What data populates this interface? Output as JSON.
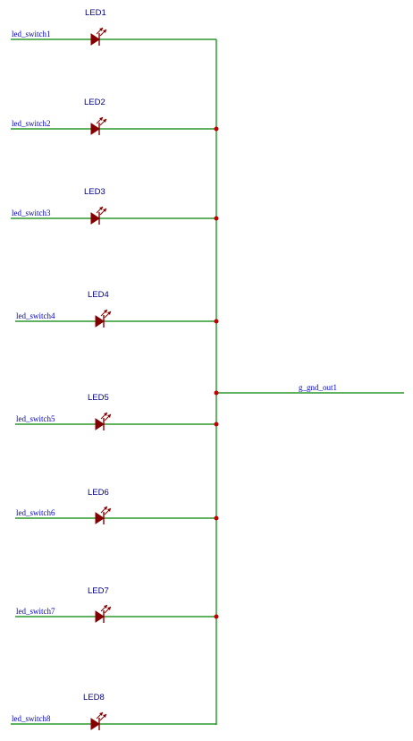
{
  "colors": {
    "wire": "#008400",
    "component": "#840000",
    "junction": "#c00000",
    "net_label": "#0000c8",
    "ref_label": "#000084"
  },
  "leds": [
    {
      "ref": "LED1",
      "net": "led_switch1"
    },
    {
      "ref": "LED2",
      "net": "led_switch2"
    },
    {
      "ref": "LED3",
      "net": "led_switch3"
    },
    {
      "ref": "LED4",
      "net": "led_switch4"
    },
    {
      "ref": "LED5",
      "net": "led_switch5"
    },
    {
      "ref": "LED6",
      "net": "led_switch6"
    },
    {
      "ref": "LED7",
      "net": "led_switch7"
    },
    {
      "ref": "LED8",
      "net": "led_switch8"
    }
  ],
  "output": {
    "net": "g_gnd_out1"
  }
}
